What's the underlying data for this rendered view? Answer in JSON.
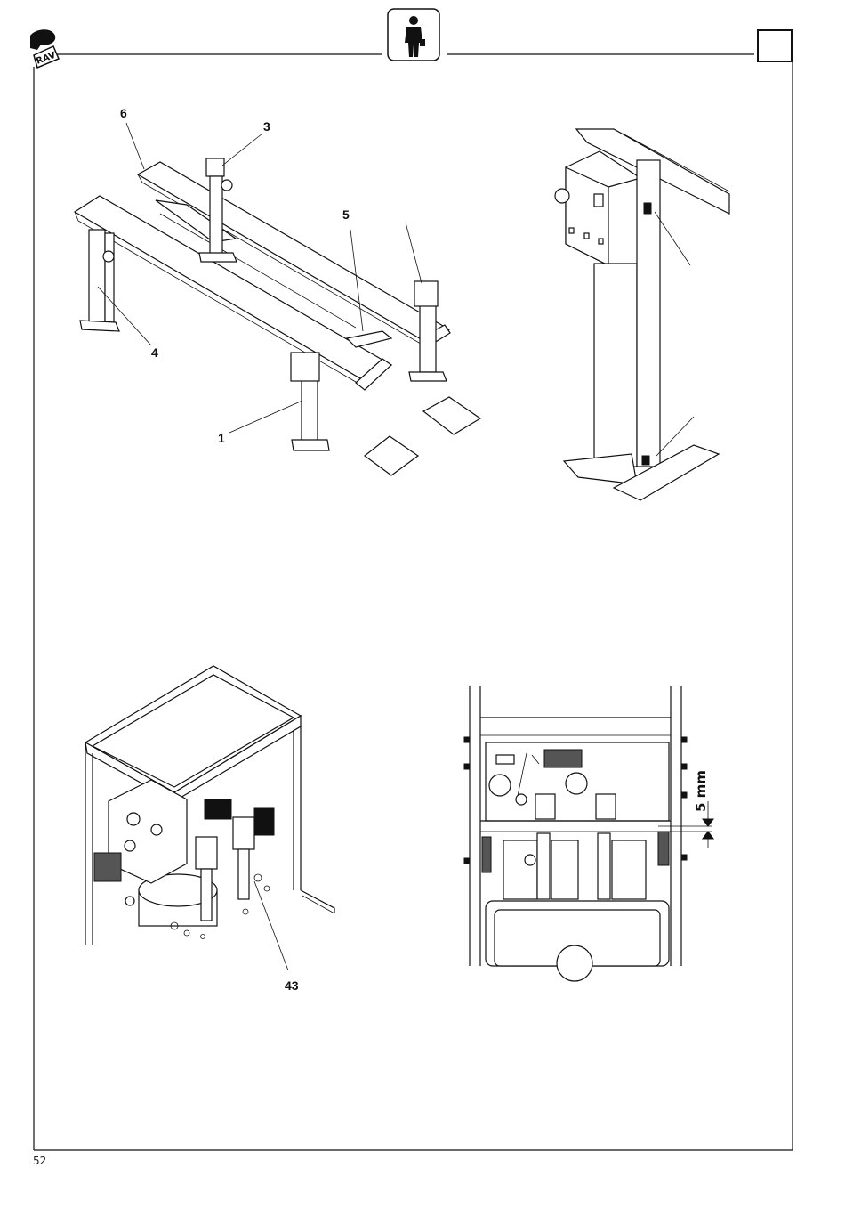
{
  "page": {
    "number": "52"
  },
  "header": {
    "logo_icon": "brand-logo-icon",
    "center_icon": "operator-person-icon",
    "corner_box": ""
  },
  "figures": {
    "lift_overview": {
      "callouts": [
        "6",
        "3",
        "5",
        "4",
        "1"
      ]
    },
    "column_detail": {
      "callouts": []
    },
    "power_unit_detail": {
      "callouts": [
        "43"
      ]
    },
    "valve_front_view": {
      "dimension": "5 mm"
    }
  }
}
